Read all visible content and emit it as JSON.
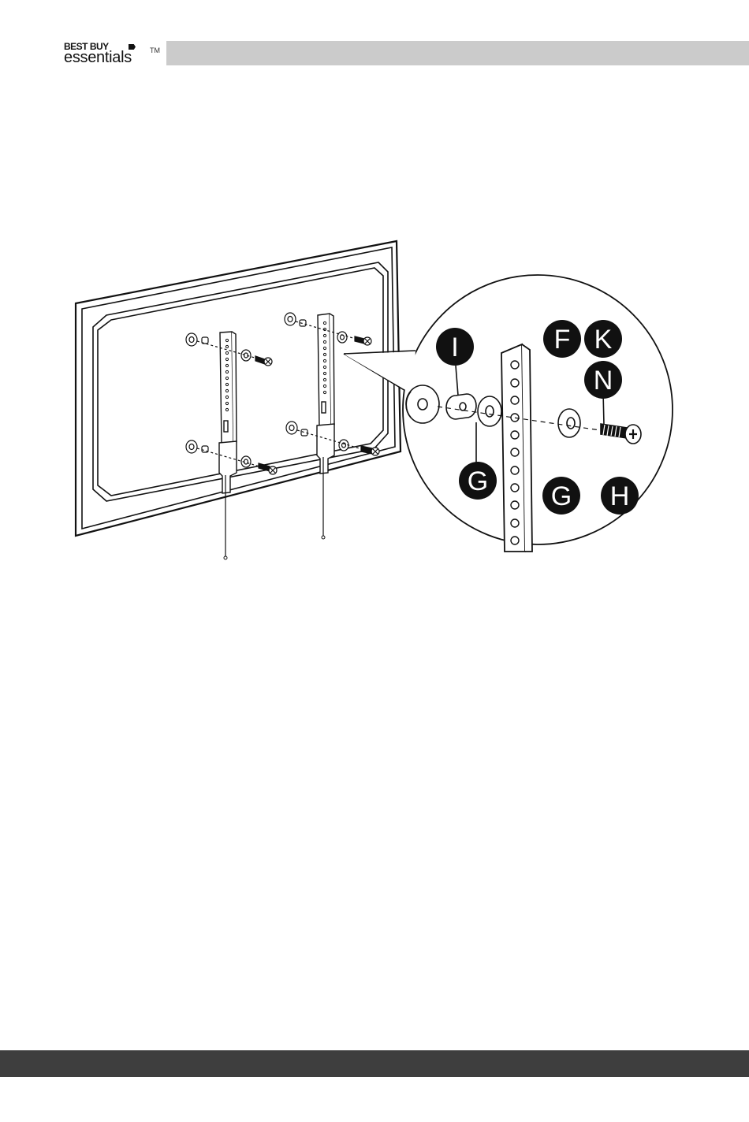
{
  "header": {
    "brand_line1": "BEST BUY",
    "brand_line2": "essentials",
    "trademark": "TM"
  },
  "figure": {
    "callouts": [
      {
        "letter": "I"
      },
      {
        "letter": "F"
      },
      {
        "letter": "K"
      },
      {
        "letter": "N"
      },
      {
        "letter": "G"
      },
      {
        "letter": "G"
      },
      {
        "letter": "H"
      }
    ]
  },
  "colors": {
    "header_bar": "#cbcbcb",
    "footer_bar": "#3e3e3e",
    "callout_fill": "#111111",
    "line": "#111111"
  }
}
